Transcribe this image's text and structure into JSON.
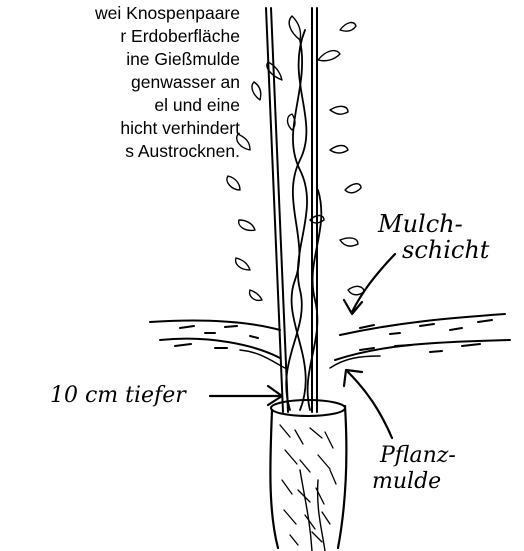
{
  "caption_lines": [
    "wei Knospenpaare",
    "r Erdoberfläche",
    "ine Gießmulde",
    "genwasser an",
    "el und eine",
    "hicht verhindert",
    "s Austrocknen."
  ],
  "labels": {
    "mulch_line1": "Mulch-",
    "mulch_line2": "schicht",
    "depth": "10 cm tiefer",
    "pflanz_line1": "Pflanz-",
    "pflanz_line2": "mulde"
  }
}
